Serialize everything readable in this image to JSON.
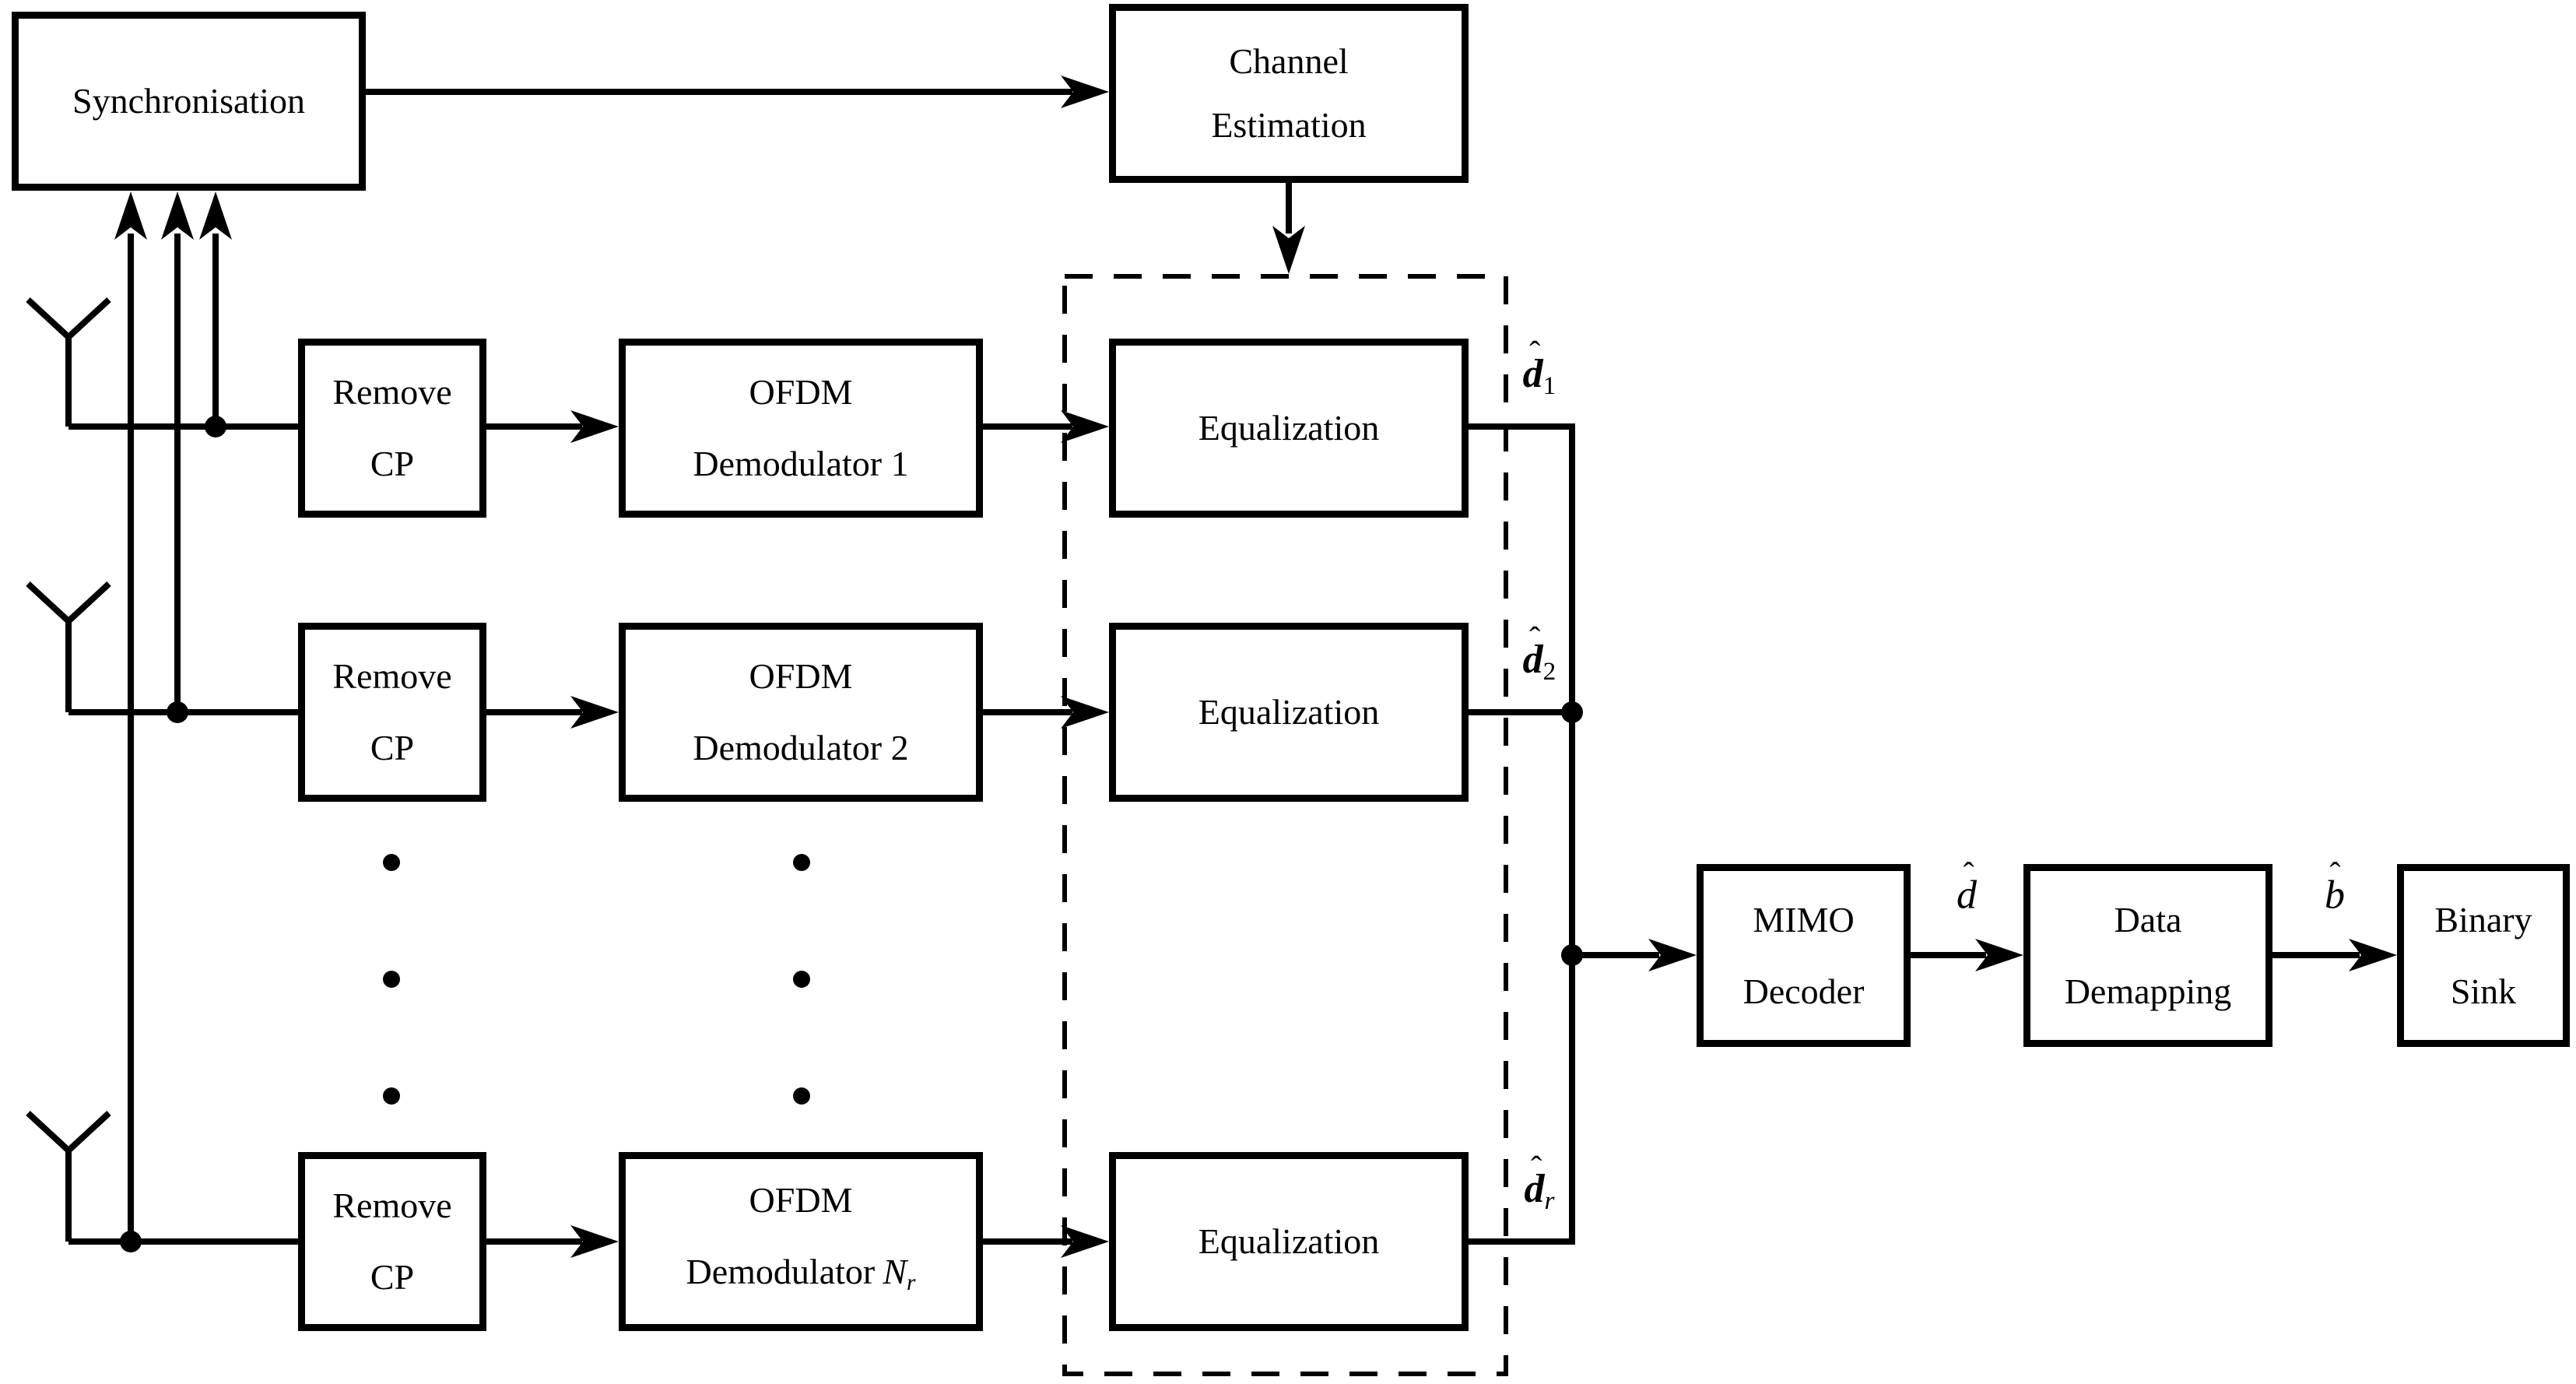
{
  "diagram": {
    "background_color": "#ffffff",
    "line_color": "#000000",
    "boxes": {
      "sync": {
        "label": "Synchronisation"
      },
      "channel_estimation": {
        "line1": "Channel",
        "line2": "Estimation"
      },
      "remove_cp": {
        "line1": "Remove",
        "line2": "CP"
      },
      "ofdm_demod_1": {
        "line1": "OFDM",
        "line2": "Demodulator 1"
      },
      "ofdm_demod_2": {
        "line1": "OFDM",
        "line2": "Demodulator 2"
      },
      "ofdm_demod_n": {
        "line1": "OFDM",
        "line2_prefix": "Demodulator",
        "line2_var": "N",
        "line2_sub": "r"
      },
      "equalization": {
        "label": "Equalization"
      },
      "mimo_decoder": {
        "line1": "MIMO",
        "line2": "Decoder"
      },
      "data_demapping": {
        "line1": "Data",
        "line2": "Demapping"
      },
      "binary_sink": {
        "line1": "Binary",
        "line2": "Sink"
      }
    },
    "signals": {
      "d1": {
        "hat": "ˆ",
        "base": "d",
        "sub": "1"
      },
      "d2": {
        "hat": "ˆ",
        "base": "d",
        "sub": "2"
      },
      "dr": {
        "hat": "ˆ",
        "base": "d",
        "sub": "r"
      },
      "d_hat": {
        "hat": "ˆ",
        "base": "d"
      },
      "b_hat": {
        "hat": "ˆ",
        "base": "b"
      }
    }
  }
}
